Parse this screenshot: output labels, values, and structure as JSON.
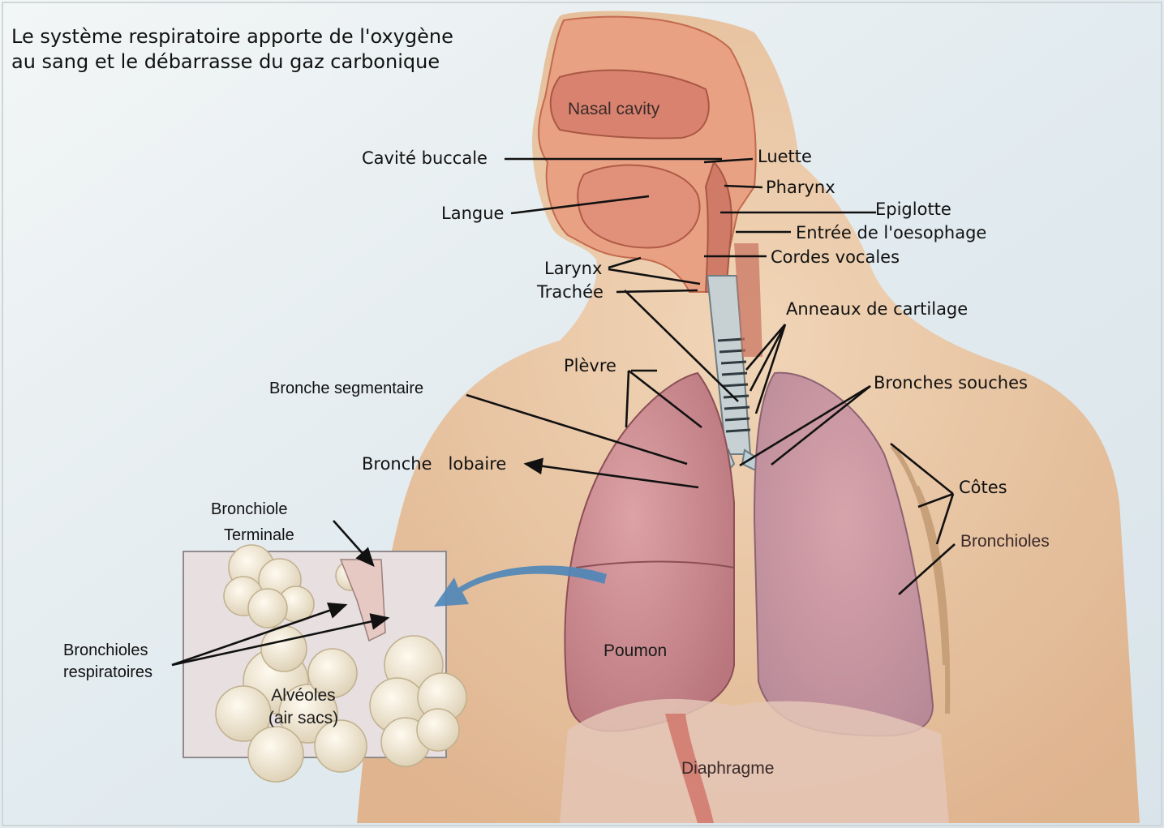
{
  "title": {
    "line1": "Le système respiratoire apporte de l'oxygène",
    "line2": "au sang et le débarrasse du gaz carbonique"
  },
  "labels": {
    "nasal_cavity": "Nasal cavity",
    "cavite_buccale": "Cavité buccale",
    "luette": "Luette",
    "pharynx": "Pharynx",
    "langue": "Langue",
    "epiglotte": "Epiglotte",
    "entree_oesophage": "Entrée de l'oesophage",
    "larynx": "Larynx",
    "cordes_vocales": "Cordes vocales",
    "trachee": "Trachée",
    "anneaux_cartilage": "Anneaux de cartilage",
    "plevre": "Plèvre",
    "bronche_segmentaire": "Bronche segmentaire",
    "bronches_souches": "Bronches souches",
    "bronche_lobaire": "Bronche   lobaire",
    "cotes": "Côtes",
    "bronchiole_line1": "Bronchiole",
    "bronchiole_line2": "Terminale",
    "bronchioles": "Bronchioles",
    "bronchioles_resp_line1": "Bronchioles",
    "bronchioles_resp_line2": "respiratoires",
    "poumon": "Poumon",
    "alveoles_line1": "Alvéoles",
    "alveoles_line2": "(air sacs)",
    "diaphragme": "Diaphragme"
  },
  "colors": {
    "background": "#e3edf1",
    "skin": "#ecc7a0",
    "lung": "#cf8f93",
    "trachea": "#b8c9cf",
    "arrow": "#4d86b8"
  }
}
